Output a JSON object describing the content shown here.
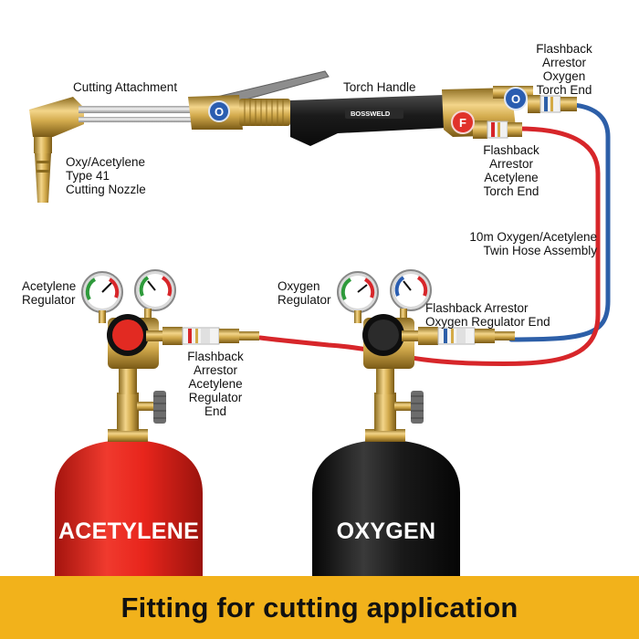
{
  "labels": {
    "cutting_attachment": "Cutting Attachment",
    "torch_handle": "Torch Handle",
    "fa_oxygen_torch": "Flashback\nArrestor\nOxygen\nTorch End",
    "fa_acetylene_torch": "Flashback\nArrestor\nAcetylene\nTorch End",
    "nozzle": "Oxy/Acetylene\nType 41\nCutting Nozzle",
    "hose": "10m Oxygen/Acetylene\nTwin Hose Assembly",
    "acetylene_regulator": "Acetylene\nRegulator",
    "oxygen_regulator": "Oxygen\nRegulator",
    "fa_oxygen_regulator": "Flashback Arrestor\nOxygen Regulator End",
    "fa_acetylene_regulator": "Flashback\nArrestor\nAcetylene\nRegulator\nEnd"
  },
  "cylinders": {
    "acetylene": "ACETYLENE",
    "oxygen": "OXYGEN"
  },
  "badges": {
    "oxygen": "O",
    "fuel": "F"
  },
  "brand": "BOSSWELD",
  "banner": "Fitting for cutting application",
  "colors": {
    "banner": "#f2b21b",
    "acetylene_cylinder": "#e8251c",
    "oxygen_cylinder": "#161616",
    "oxygen_hose": "#2d5fa8",
    "acetylene_hose": "#d7262a",
    "brass": "#caa34a",
    "badge_blue": "#2a5db0",
    "badge_red": "#e0322a"
  }
}
